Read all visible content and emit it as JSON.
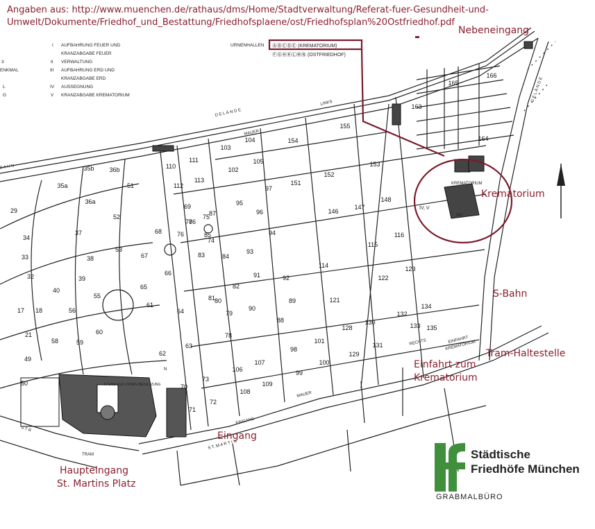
{
  "source": "Angaben aus: http://www.muenchen.de/rathaus/dms/Home/Stadtverwaltung/Referat-fuer-Gesundheit-und-Umwelt/Dokumente/Friedhof_und_Bestattung/Friedhofsplaene/ost/Friedhofsplan%20Ostfriedhof.pdf",
  "annotations": {
    "nebeneingang": "Nebeneingang",
    "krematorium": "Krematorium",
    "sbahn": "S-Bahn",
    "tram": "Tram-Haltestelle",
    "einfahrt_line1": "Einfahrt zum",
    "einfahrt_line2": "Krematorium",
    "eingang": "Eingang",
    "haupteingang_line1": "Haupteingang",
    "haupteingang_line2": "St. Martins Platz"
  },
  "legend": {
    "items": [
      {
        "num": "I",
        "text": "AUFBAHRUNG  FEUER  UND"
      },
      {
        "num": "",
        "text": "KRANZABGABE  FEUER"
      },
      {
        "num": "II",
        "text": "VERWALTUNG"
      },
      {
        "num": "III",
        "text": "AUFBAHRUNG  ERD  UND"
      },
      {
        "num": "",
        "text": "KRANZABGABE  ERD"
      },
      {
        "num": "IV",
        "text": "AUSSEGNUNG"
      },
      {
        "num": "V",
        "text": "KRANZABGABE  KREMATORIUM"
      }
    ],
    "cut_labels": [
      "3",
      "ENKMAL",
      "L",
      "G"
    ],
    "urnenhallen_label": "URNENHALLEN",
    "urnen_row1": "ⒶⒷⒸⒹⒺ   (KREMATORIUM)",
    "urnen_row2": "ⒻⒼⒽⓀⓁⓂⓃ (OSTFRIEDHOF)"
  },
  "map_labels": {
    "delaende": "D E L Ä N D E",
    "bahn": "B A H N",
    "links": "LINKS",
    "mauer": "MAUER",
    "rechts": "RECHTS",
    "str": "S T R",
    "martin": "S T.   M A R T I N",
    "tram": "TRAM",
    "gelaende": "G E L Ä N D E",
    "kremat": "KREMATORIUM",
    "eingang_small": "EINGANG",
    "einfahrt_small": "EINFAHRT",
    "kremat_small": "KREMATORIUM",
    "ivv": "IV, V",
    "wc": "WC",
    "urnen": "IV  UND ZUR URNEN-BEISETZUNG",
    "n": "N"
  },
  "plots": [
    {
      "n": "35a"
    },
    {
      "n": "35b"
    },
    {
      "n": "36b"
    },
    {
      "n": "36a"
    },
    {
      "n": "51"
    },
    {
      "n": "29"
    },
    {
      "n": "34"
    },
    {
      "n": "37"
    },
    {
      "n": "52"
    },
    {
      "n": "53"
    },
    {
      "n": "33"
    },
    {
      "n": "38"
    },
    {
      "n": "32"
    },
    {
      "n": "39"
    },
    {
      "n": "40"
    },
    {
      "n": "55"
    },
    {
      "n": "56"
    },
    {
      "n": "18"
    },
    {
      "n": "17"
    },
    {
      "n": "21"
    },
    {
      "n": "58"
    },
    {
      "n": "59"
    },
    {
      "n": "60"
    },
    {
      "n": "49"
    },
    {
      "n": "50"
    },
    {
      "n": "61"
    },
    {
      "n": "62"
    },
    {
      "n": "63"
    },
    {
      "n": "64"
    },
    {
      "n": "65"
    },
    {
      "n": "66"
    },
    {
      "n": "67"
    },
    {
      "n": "68"
    },
    {
      "n": "69"
    },
    {
      "n": "70"
    },
    {
      "n": "71"
    },
    {
      "n": "72"
    },
    {
      "n": "73"
    },
    {
      "n": "74"
    },
    {
      "n": "75"
    },
    {
      "n": "76"
    },
    {
      "n": "77"
    },
    {
      "n": "78"
    },
    {
      "n": "79"
    },
    {
      "n": "80"
    },
    {
      "n": "81"
    },
    {
      "n": "82"
    },
    {
      "n": "83"
    },
    {
      "n": "84"
    },
    {
      "n": "85"
    },
    {
      "n": "86"
    },
    {
      "n": "87"
    },
    {
      "n": "88"
    },
    {
      "n": "89"
    },
    {
      "n": "90"
    },
    {
      "n": "91"
    },
    {
      "n": "92"
    },
    {
      "n": "93"
    },
    {
      "n": "94"
    },
    {
      "n": "95"
    },
    {
      "n": "96"
    },
    {
      "n": "97"
    },
    {
      "n": "98"
    },
    {
      "n": "99"
    },
    {
      "n": "100"
    },
    {
      "n": "101"
    },
    {
      "n": "102"
    },
    {
      "n": "103"
    },
    {
      "n": "104"
    },
    {
      "n": "105"
    },
    {
      "n": "106"
    },
    {
      "n": "107"
    },
    {
      "n": "108"
    },
    {
      "n": "109"
    },
    {
      "n": "110"
    },
    {
      "n": "111"
    },
    {
      "n": "112"
    },
    {
      "n": "113"
    },
    {
      "n": "114"
    },
    {
      "n": "115"
    },
    {
      "n": "116"
    },
    {
      "n": "121"
    },
    {
      "n": "122"
    },
    {
      "n": "123"
    },
    {
      "n": "128"
    },
    {
      "n": "129"
    },
    {
      "n": "130"
    },
    {
      "n": "131"
    },
    {
      "n": "132"
    },
    {
      "n": "133"
    },
    {
      "n": "134"
    },
    {
      "n": "135"
    },
    {
      "n": "146"
    },
    {
      "n": "147"
    },
    {
      "n": "148"
    },
    {
      "n": "151"
    },
    {
      "n": "152"
    },
    {
      "n": "153"
    },
    {
      "n": "154"
    },
    {
      "n": "155"
    },
    {
      "n": "163"
    },
    {
      "n": "164"
    },
    {
      "n": "165"
    },
    {
      "n": "166"
    }
  ],
  "logo": {
    "line1": "Städtische",
    "line2": "Friedhöfe München",
    "sub": "GRABMALBÜRO"
  },
  "colors": {
    "annotation": "#8a1f2e",
    "logo_green": "#3f8f3c"
  }
}
